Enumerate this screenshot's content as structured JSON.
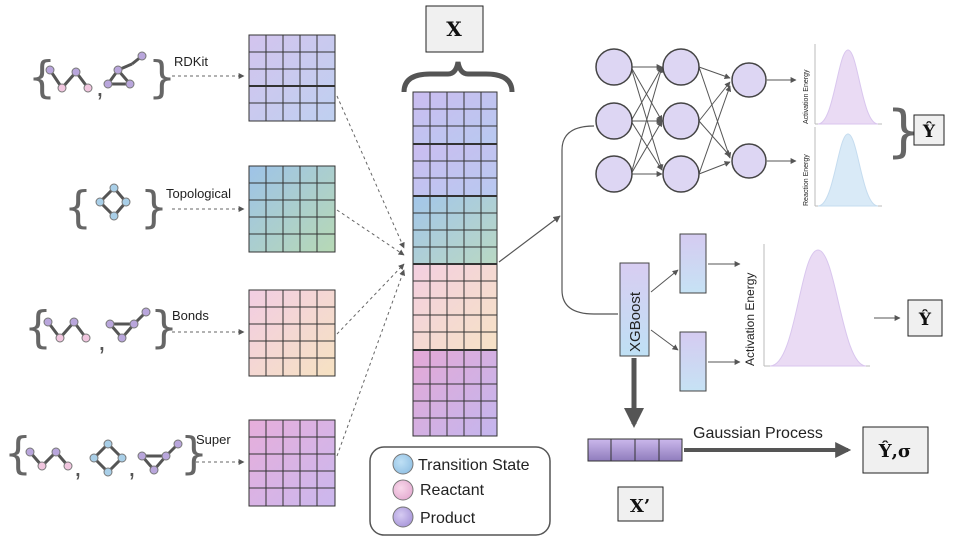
{
  "features": {
    "rdkit": "RDKit",
    "topological": "Topological",
    "bonds": "Bonds",
    "super": "Super"
  },
  "x_label": "X",
  "x_prime_label": "X’",
  "legend": {
    "transition_state": "Transition State",
    "reactant": "Reactant",
    "product": "Product"
  },
  "models": {
    "xgboost": "XGBoost",
    "gaussian_process": "Gaussian Process"
  },
  "plots": {
    "activation_energy": "Activation Energy",
    "reaction_energy": "Reaction Energy",
    "xgb_activation_energy": "Activation Energy"
  },
  "outputs": {
    "nn": "Ŷ",
    "xgb": "Ŷ",
    "gp": "Ŷ,σ"
  },
  "colors": {
    "transition_state": "#a9cfe8",
    "reactant": "#f1c6df",
    "product": "#b9a6dc",
    "node_fill": "#ddd6f3"
  }
}
